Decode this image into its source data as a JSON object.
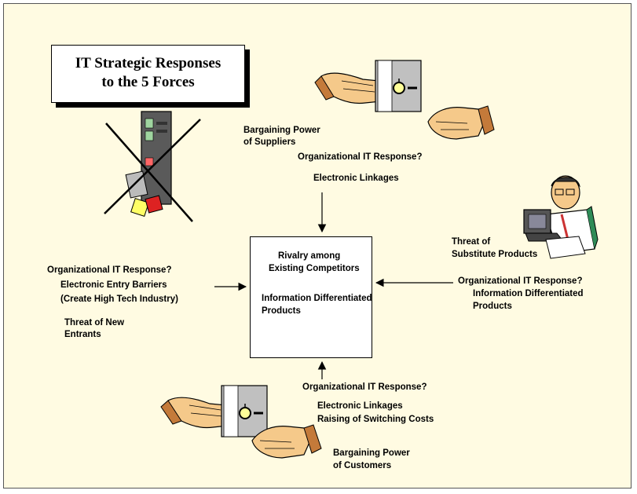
{
  "title": {
    "line1": "IT Strategic Responses",
    "line2": "to the 5 Forces"
  },
  "center": {
    "line1": "Rivalry among",
    "line2": "Existing Competitors",
    "line3": "Information Differentiated",
    "line4": "Products"
  },
  "suppliers": {
    "force_line1": "Bargaining Power",
    "force_line2": "of Suppliers",
    "response_question": "Organizational IT Response?",
    "response": "Electronic Linkages"
  },
  "substitutes": {
    "force_line1": "Threat of",
    "force_line2": "Substitute Products",
    "response_question": "Organizational IT Response?",
    "response_line1": "Information Differentiated",
    "response_line2": "Products"
  },
  "new_entrants": {
    "response_question": "Organizational IT Response?",
    "response_line1": "Electronic Entry Barriers",
    "response_line2": "(Create High Tech Industry)",
    "force_line1": "Threat of New",
    "force_line2": "Entrants"
  },
  "customers": {
    "response_question": "Organizational IT Response?",
    "response_line1": "Electronic Linkages",
    "response_line2": "Raising of Switching Costs",
    "force_line1": "Bargaining Power",
    "force_line2": "of Customers"
  },
  "colors": {
    "background": "#fffbe2",
    "disk": "#c0c0c0",
    "disk_center": "#ffff99",
    "skin": "#f5c98a",
    "sleeve": "#c47a3a",
    "server": "#5a5a5a",
    "crossed_out": "#000000"
  }
}
